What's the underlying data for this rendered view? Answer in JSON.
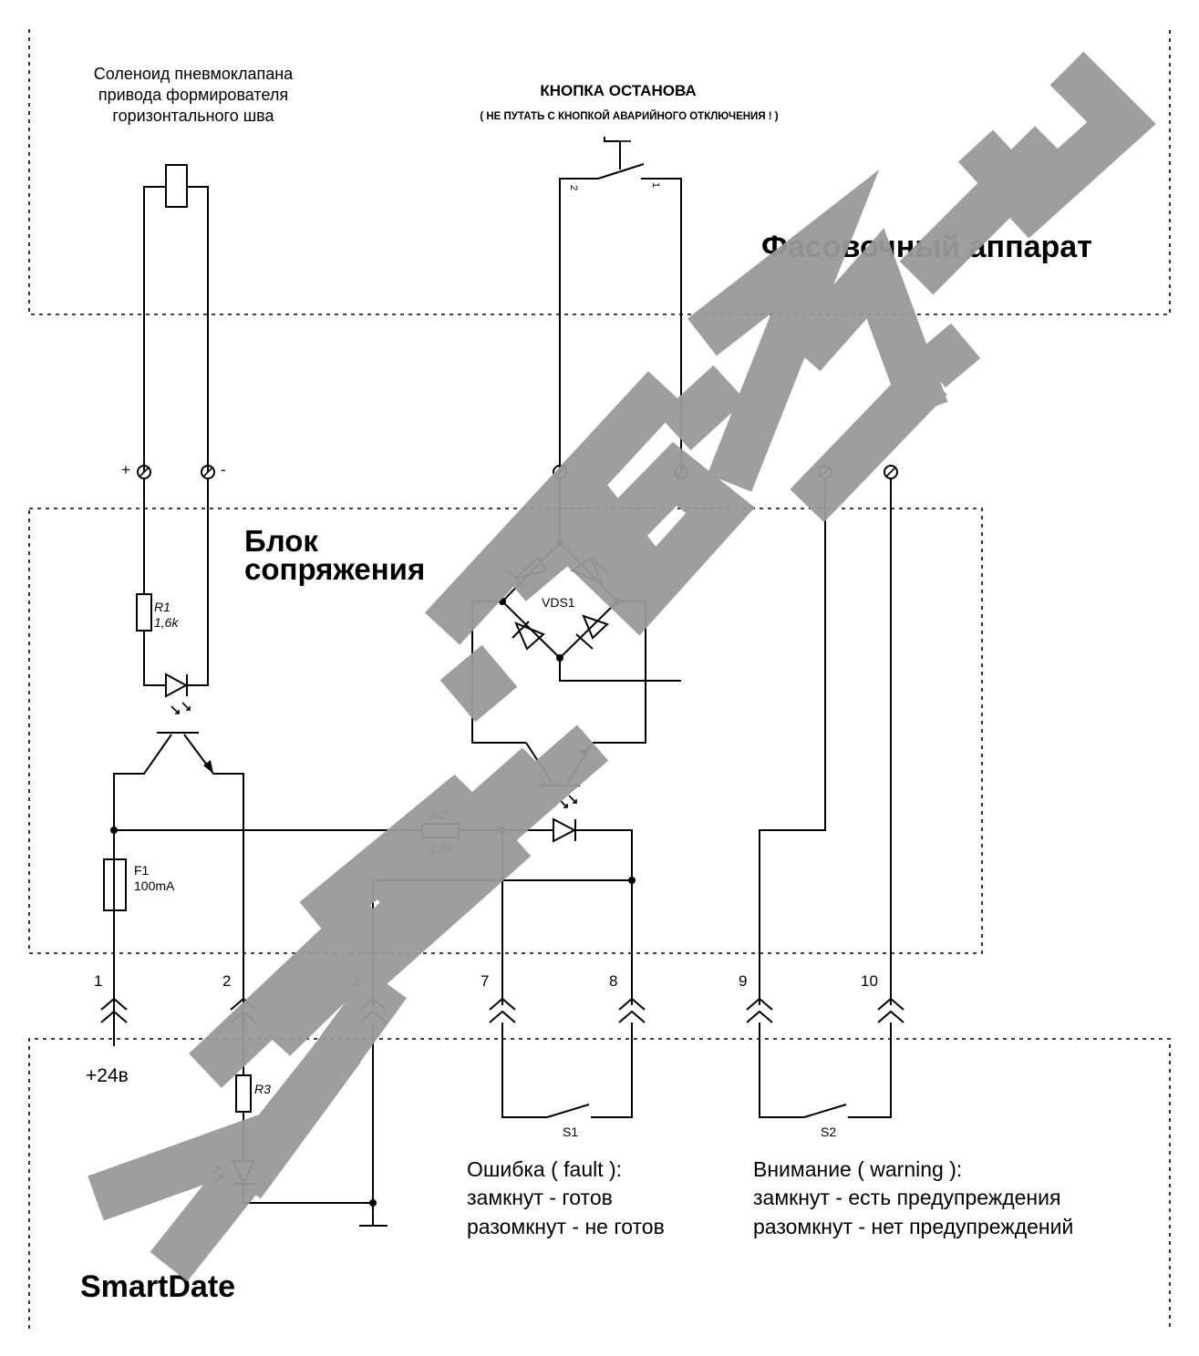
{
  "regions": {
    "machine": "Фасовочный аппарат",
    "interface_block_line1": "Блок",
    "interface_block_line2": "сопряжения",
    "smartdate": "SmartDate"
  },
  "solenoid": {
    "line1": "Соленоид пневмоклапана",
    "line2": "привода формирователя",
    "line3": "горизонтального шва"
  },
  "stop_button": {
    "title": "КНОПКА ОСТАНОВА",
    "note": "( НЕ ПУТАТЬ С КНОПКОЙ АВАРИЙНОГО ОТКЛЮЧЕНИЯ ! )",
    "pin2": "2",
    "pin1": "1"
  },
  "terminals": {
    "plus": "+",
    "minus": "-"
  },
  "components": {
    "r1_name": "R1",
    "r1_value": "1,6k",
    "r2_name": "R2",
    "r2_value": "1,6k",
    "r3_name": "R3",
    "f1_name": "F1",
    "f1_value": "100mA",
    "vds1": "VDS1",
    "s1": "S1",
    "s2": "S2"
  },
  "connector_pins": [
    "1",
    "2",
    "3",
    "7",
    "8",
    "9",
    "10"
  ],
  "supply": "+24в",
  "fault": {
    "title": "Ошибка ( fault ):",
    "closed": "замкнут - готов",
    "open": "разомкнут - не готов"
  },
  "warning": {
    "title": "Внимание ( warning ):",
    "closed": "замкнут - есть предупреждения",
    "open": "разомкнут - нет предупреждений"
  },
  "watermark": "www.ko-74.ru",
  "colors": {
    "line": "#000000",
    "watermark": "#999999",
    "background": "#ffffff"
  }
}
